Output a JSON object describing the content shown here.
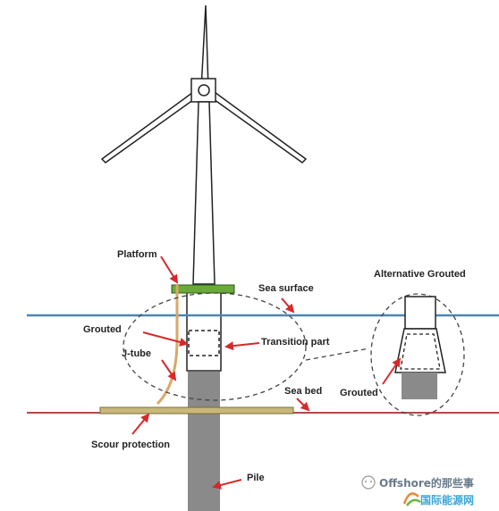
{
  "labels": {
    "platform": "Platform",
    "sea_surface": "Sea surface",
    "alternative_grouted": "Alternative Grouted",
    "grouted_left": "Grouted",
    "transition_part": "Transition part",
    "j_tube": "J-tube",
    "sea_bed": "Sea bed",
    "grouted_right": "Grouted",
    "scour_protection": "Scour protection",
    "pile": "Pile"
  },
  "watermark": {
    "line1": "Offshore的那些事",
    "line2": "国际能源网"
  },
  "colors": {
    "sea_surface": "#4a86b8",
    "sea_bed": "#b04a4a",
    "platform": "#6aaa3a",
    "pile": "#8a8a8a",
    "scour": "#c8b87a",
    "jtube": "#d9a86a",
    "arrow": "#d42a2a"
  }
}
